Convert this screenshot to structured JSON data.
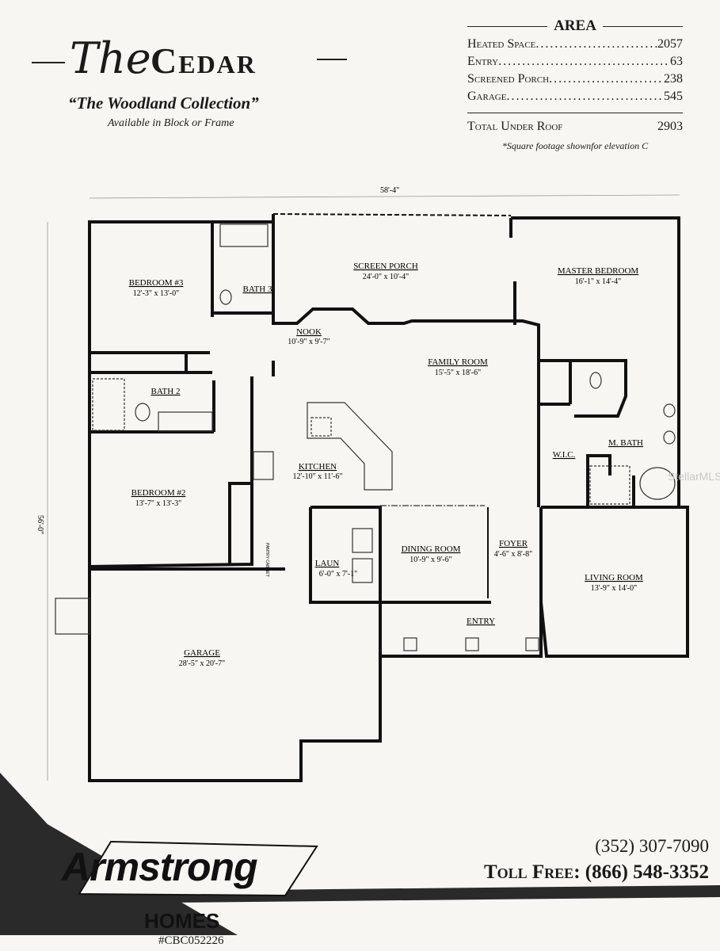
{
  "header": {
    "title_prefix": "The",
    "title": "Cedar",
    "collection": "“The Woodland Collection”",
    "availability": "Available in Block or Frame"
  },
  "area": {
    "heading": "AREA",
    "rows": [
      {
        "label": "Heated Space",
        "value": "2057"
      },
      {
        "label": "Entry",
        "value": "63"
      },
      {
        "label": "Screened Porch",
        "value": "238"
      },
      {
        "label": "Garage",
        "value": "545"
      }
    ],
    "total_label": "Total Under Roof",
    "total_value": "2903",
    "note": "*Square footage shownfor elevation C"
  },
  "plan": {
    "overall_width": "58'-4\"",
    "overall_depth": "56'-0\"",
    "rooms": [
      {
        "name": "BEDROOM #3",
        "size": "12'-3\" x 13'-0\""
      },
      {
        "name": "BATH 3",
        "size": ""
      },
      {
        "name": "SCREEN PORCH",
        "size": "24'-0\" x 10'-4\""
      },
      {
        "name": "MASTER BEDROOM",
        "size": "16'-1\" x 14'-4\""
      },
      {
        "name": "NOOK",
        "size": "10'-9\" x 9'-7\""
      },
      {
        "name": "FAMILY ROOM",
        "size": "15'-5\" x 18'-6\""
      },
      {
        "name": "BATH 2",
        "size": ""
      },
      {
        "name": "KITCHEN",
        "size": "12'-10\" x 11'-6\""
      },
      {
        "name": "W.I.C.",
        "size": ""
      },
      {
        "name": "M. BATH",
        "size": ""
      },
      {
        "name": "BEDROOM #2",
        "size": "13'-7\" x 13'-3\""
      },
      {
        "name": "DINING ROOM",
        "size": "10'-9\" x 9'-6\""
      },
      {
        "name": "FOYER",
        "size": "4'-6\" x 8'-8\""
      },
      {
        "name": "LAUN",
        "size": "6'-0\" x 7'-1\""
      },
      {
        "name": "LIVING ROOM",
        "size": "13'-9\" x 14'-0\""
      },
      {
        "name": "ENTRY",
        "size": ""
      },
      {
        "name": "GARAGE",
        "size": "28'-5\" x 20'-7\""
      }
    ],
    "pantry_label": "PANTRY CABINET"
  },
  "footer": {
    "logo_word": "Armstrong",
    "logo_sub": "HOMES",
    "license": "#CBC052226",
    "phone": "(352) 307-7090",
    "toll_free": "Toll Free: (866) 548-3352"
  },
  "watermark": "StellarMLS",
  "colors": {
    "paper": "#f7f6f2",
    "ink": "#1a1a1a",
    "logo_band": "#2a2a2a"
  }
}
